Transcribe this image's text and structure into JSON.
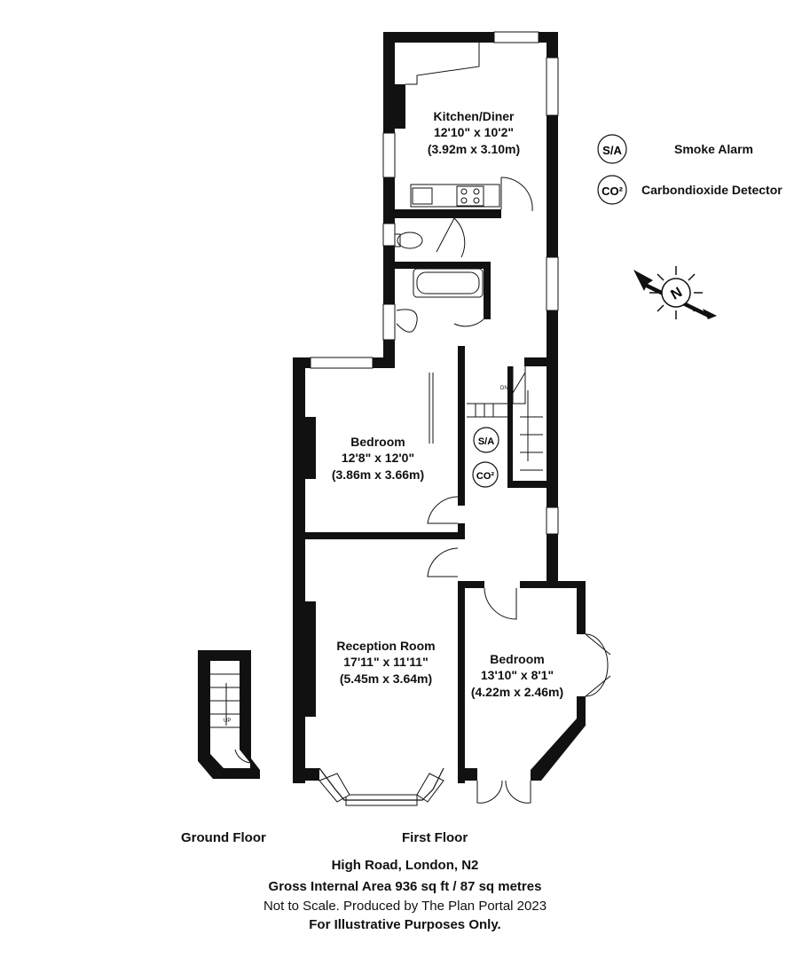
{
  "legend": {
    "smoke": {
      "symbol": "S/A",
      "label": "Smoke Alarm"
    },
    "co": {
      "symbol": "CO²",
      "label": "Carbondioxide Detector"
    }
  },
  "rooms": {
    "kitchen": {
      "name": "Kitchen/Diner",
      "imperial": "12'10\" x 10'2\"",
      "metric": "(3.92m x 3.10m)"
    },
    "bedroom1": {
      "name": "Bedroom",
      "imperial": "12'8\" x 12'0\"",
      "metric": "(3.86m x 3.66m)"
    },
    "reception": {
      "name": "Reception Room",
      "imperial": "17'11\" x 11'11\"",
      "metric": "(5.45m x 3.64m)"
    },
    "bedroom2": {
      "name": "Bedroom",
      "imperial": "13'10\" x 8'1\"",
      "metric": "(4.22m x 2.46m)"
    }
  },
  "stairs": {
    "down": "DN",
    "up": "UP"
  },
  "compass": {
    "letter": "N"
  },
  "floors": {
    "ground": "Ground Floor",
    "first": "First Floor"
  },
  "footer": {
    "address": "High Road, London, N2",
    "area": "Gross Internal Area 936 sq ft / 87 sq metres",
    "scale": "Not to Scale. Produced by The Plan Portal 2023",
    "purpose": "For Illustrative Purposes Only."
  }
}
